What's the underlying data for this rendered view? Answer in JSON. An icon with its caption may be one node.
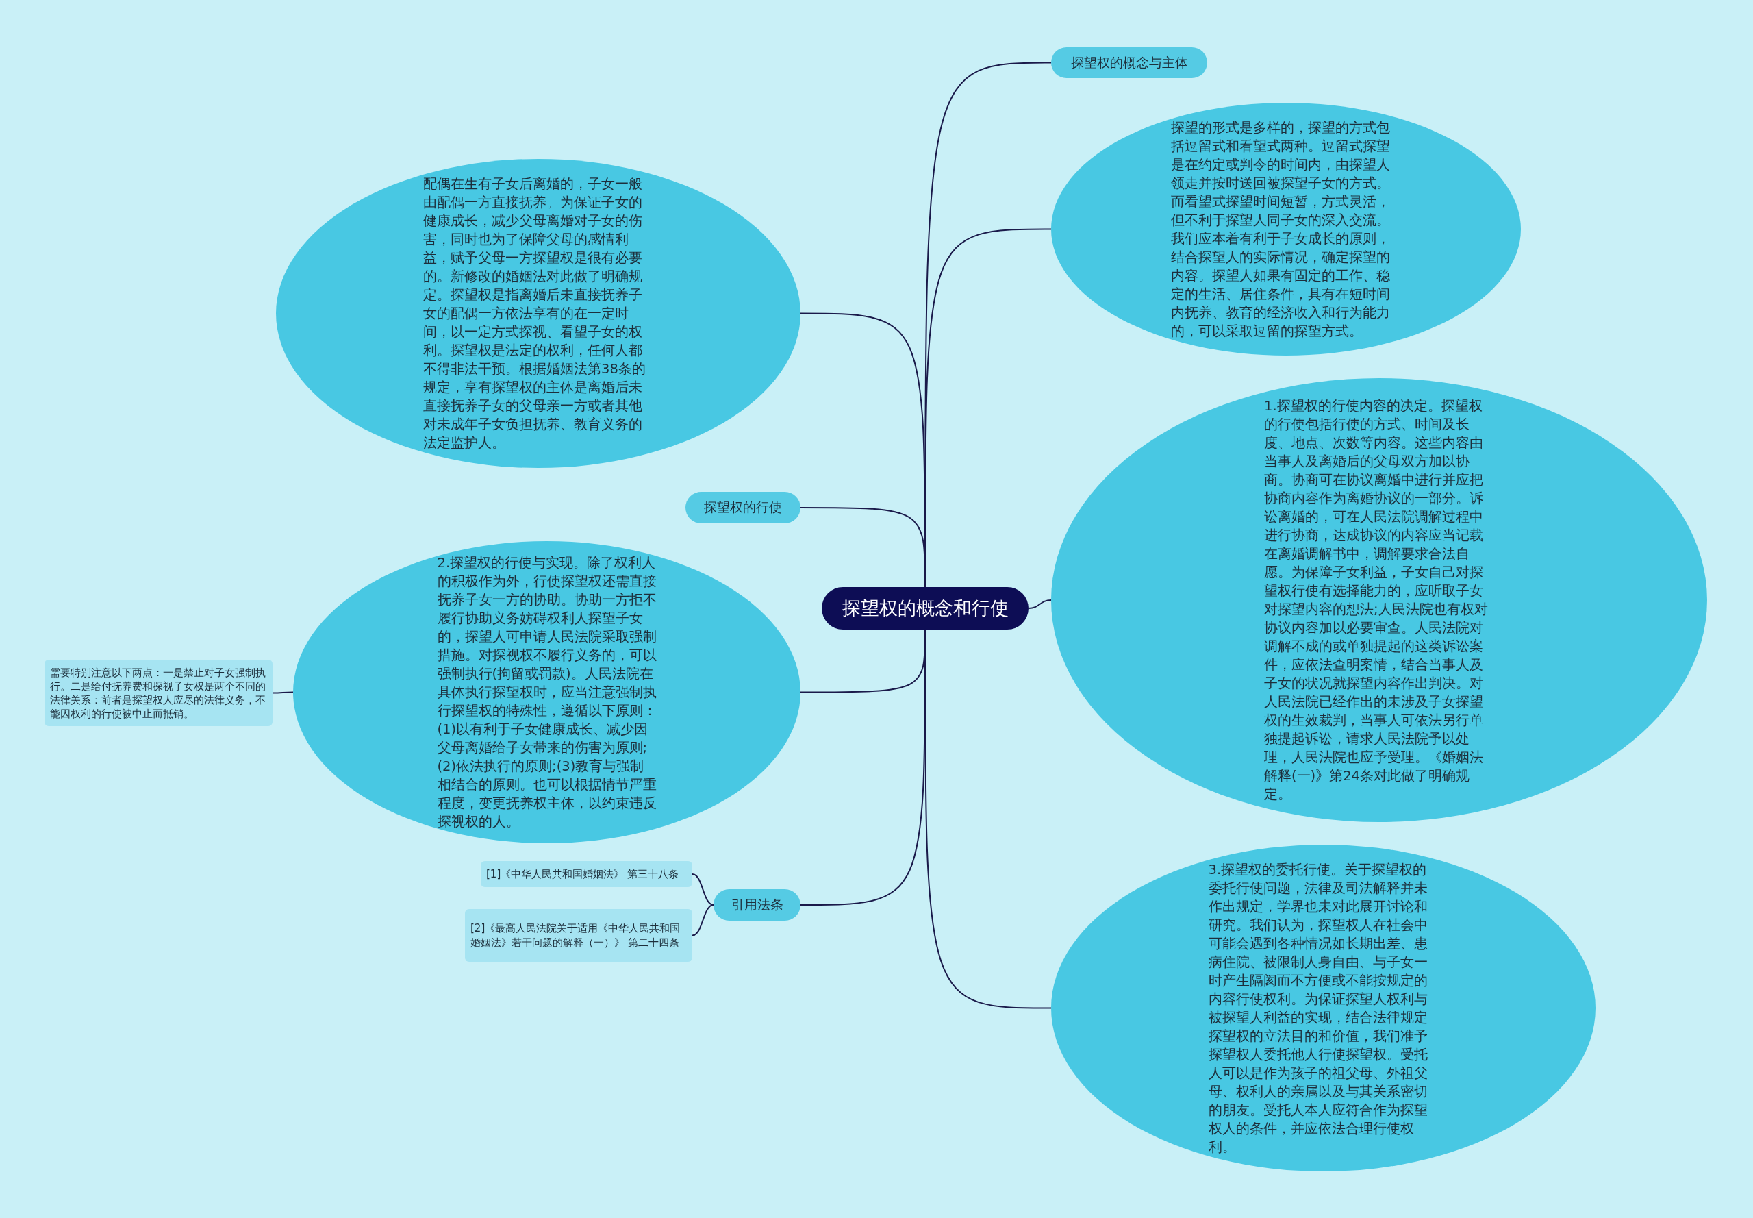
{
  "diagram": {
    "nodes": [
      {
        "text": [
          "探望权的概念和行使"
        ]
      },
      {
        "text": [
          "探望权的概念与主体"
        ]
      },
      {
        "text": [
          "探望的形式是多样的，探望的方式包括逗留式和看望式两种。逗留式探望是在约定或判令的时间内，由探望人领走并按时送回被探望子女的方式。而看望式探望时间短暂，方式灵活，但不利于探望人同子女的深入交流。我们应本着有利于子女成长的原则，结合探望人的实际情况，确定探望的内容。探望人如果有固定的工作、稳定的生活、居住条件，具有在短时间内抚养、教育的经济收入和行为能力的，可以采取逗留的探望方式。"
        ]
      },
      {
        "text": [
          "配偶在生有子女后离婚的，子女一般由配偶一方直接抚养。为保证子女的健康成长，减少父母离婚对子女的伤害，同时也为了保障父母的感情利益，赋予父母一方探望权是很有必要的。新修改的婚姻法对此做了明确规定。探望权是指离婚后未直接抚养子女的配偶一方依法享有的在一定时间，以一定方式探视、看望子女的权利。探望权是法定的权利，任何人都不得非法干预。根据婚姻法第38条的规定，享有探望权的主体是离婚后未直接抚养子女的父母亲一方或者其他对未成年子女负担抚养、教育义务的法定监护人。"
        ]
      },
      {
        "text": [
          "探望权的行使"
        ]
      },
      {
        "text": [
          "1.探望权的行使内容的决定。探望权的行使包括行使的方式、时间及长度、地点、次数等内容。这些内容由当事人及离婚后的父母双方加以协商。协商可在协议离婚中进行并应把协商内容作为离婚协议的一部分。诉讼离婚的，可在人民法院调解过程中进行协商，达成协议的内容应当记载在离婚调解书中，调解要求合法自愿。为保障子女利益，子女自己对探望权行使有选择能力的，应听取子女对探望内容的想法;人民法院也有权对协议内容加以必要审查。人民法院对调解不成的或单独提起的这类诉讼案件，应依法查明案情，结合当事人及子女的状况就探望内容作出判决。对人民法院已经作出的未涉及子女探望权的生效裁判，当事人可依法另行单独提起诉讼，请求人民法院予以处理，人民法院也应予受理。《婚姻法解释(一)》第24条对此做了明确规定。"
        ]
      },
      {
        "text": [
          "2.探望权的行使与实现。除了权利人的积极作为外，行使探望权还需直接抚养子女一方的协助。协助一方拒不履行协助义务妨碍权利人探望子女的，探望人可申请人民法院采取强制措施。对探视权不履行义务的，可以强制执行(拘留或罚款)。人民法院在具体执行探望权时，应当注意强制执行探望权的特殊性，遵循以下原则：(1)以有利于子女健康成长、减少因父母离婚给子女带来的伤害为原则;(2)依法执行的原则;(3)教育与强制相结合的原则。也可以根据情节严重程度，变更抚养权主体，以约束违反探视权的人。"
        ]
      },
      {
        "text": [
          "需要特别注意以下两点：一是禁止对子女强制执行。二是给付抚养费和探视子女权是两个不同的法律关系：前者是探望权人应尽的法律义务，不能因权利的行使被中止而抵销。"
        ]
      },
      {
        "text": [
          "3.探望权的委托行使。关于探望权的委托行使问题，法律及司法解释并未作出规定，学界也未对此展开讨论和研究。我们认为，探望权人在社会中可能会遇到各种情况如长期出差、患病住院、被限制人身自由、与子女一时产生隔阂而不方便或不能按规定的内容行使权利。为保证探望人权利与被探望人利益的实现，结合法律规定探望权的立法目的和价值，我们准予探望权人委托他人行使探望权。受托人可以是作为孩子的祖父母、外祖父母、权利人的亲属以及与其关系密切的朋友。受托人本人应符合作为探望权人的条件，并应依法合理行使权利。"
        ]
      },
      {
        "text": [
          "引用法条"
        ]
      },
      {
        "text": [
          "[1]《中华人民共和国婚姻法》 第三十八条"
        ]
      },
      {
        "text": [
          "[2]《最高人民法院关于适用《中华人民共和国婚姻法》若干问题的解释（一）》 第二十四条"
        ]
      }
    ],
    "edges": [
      {
        "from": 0,
        "to": 1,
        "arrow": "none"
      },
      {
        "from": 0,
        "to": 2,
        "arrow": "none"
      },
      {
        "from": 0,
        "to": 3,
        "arrow": "none"
      },
      {
        "from": 0,
        "to": 4,
        "arrow": "none"
      },
      {
        "from": 0,
        "to": 5,
        "arrow": "none"
      },
      {
        "from": 0,
        "to": 6,
        "arrow": "none"
      },
      {
        "from": 6,
        "to": 7,
        "arrow": "none"
      },
      {
        "from": 0,
        "to": 8,
        "arrow": "none"
      },
      {
        "from": 0,
        "to": 9,
        "arrow": "none"
      },
      {
        "from": 9,
        "to": 10,
        "arrow": "none"
      },
      {
        "from": 9,
        "to": 11,
        "arrow": "none"
      }
    ]
  }
}
